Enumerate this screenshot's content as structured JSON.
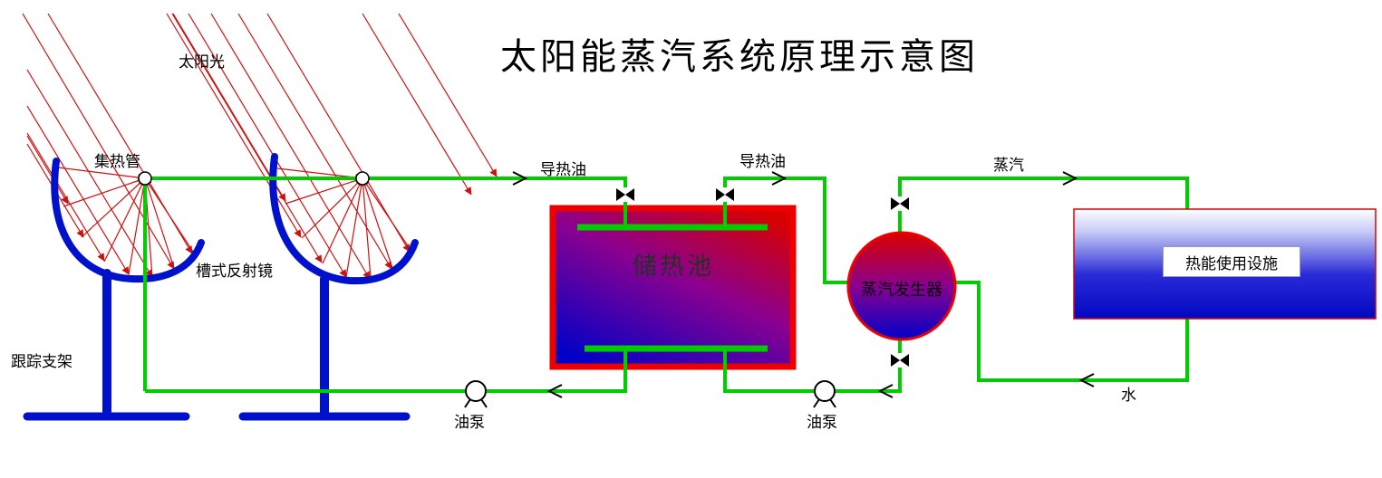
{
  "title": "太阳能蒸汽系统原理示意图",
  "labels": {
    "sunlight": "太阳光",
    "collector_tube": "集热管",
    "trough_reflector": "槽式反射镜",
    "tracking_mount": "跟踪支架",
    "oil_left": "导热油",
    "oil_mid": "导热油",
    "steam": "蒸汽",
    "water": "水",
    "pump_left": "油泵",
    "pump_right": "油泵",
    "storage_tank": "储热池",
    "steam_generator": "蒸汽发生器",
    "heat_facility": "热能使用设施"
  },
  "colors": {
    "pipe_green": "#00cc00",
    "ray_red": "#cc1111",
    "structure_blue": "#0011cc",
    "border_red": "#ee0000",
    "hot_red": "#d80000",
    "cold_blue": "#0000c8"
  }
}
